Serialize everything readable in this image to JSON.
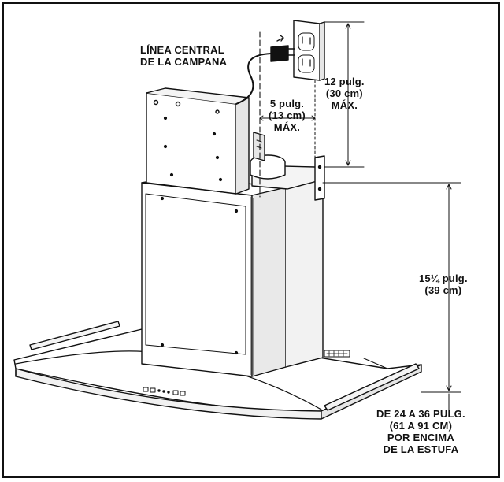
{
  "labels": {
    "centerline": [
      "LÍNEA CENTRAL",
      "DE LA CAMPANA"
    ],
    "outlet_height": [
      "12 pulg.",
      "(30 cm)",
      "MÁX."
    ],
    "offset": [
      "5 pulg.",
      "(13 cm)",
      "MÁX."
    ],
    "chimney_height": [
      "15¼ pulg.",
      "(39 cm)"
    ],
    "above_range": [
      "DE 24 A 36 PULG.",
      "(61 A 91 CM)",
      "POR ENCIMA",
      "DE LA ESTUFA"
    ]
  },
  "colors": {
    "line": "#111111",
    "background": "#ffffff",
    "shade": "#e6e6e6"
  }
}
